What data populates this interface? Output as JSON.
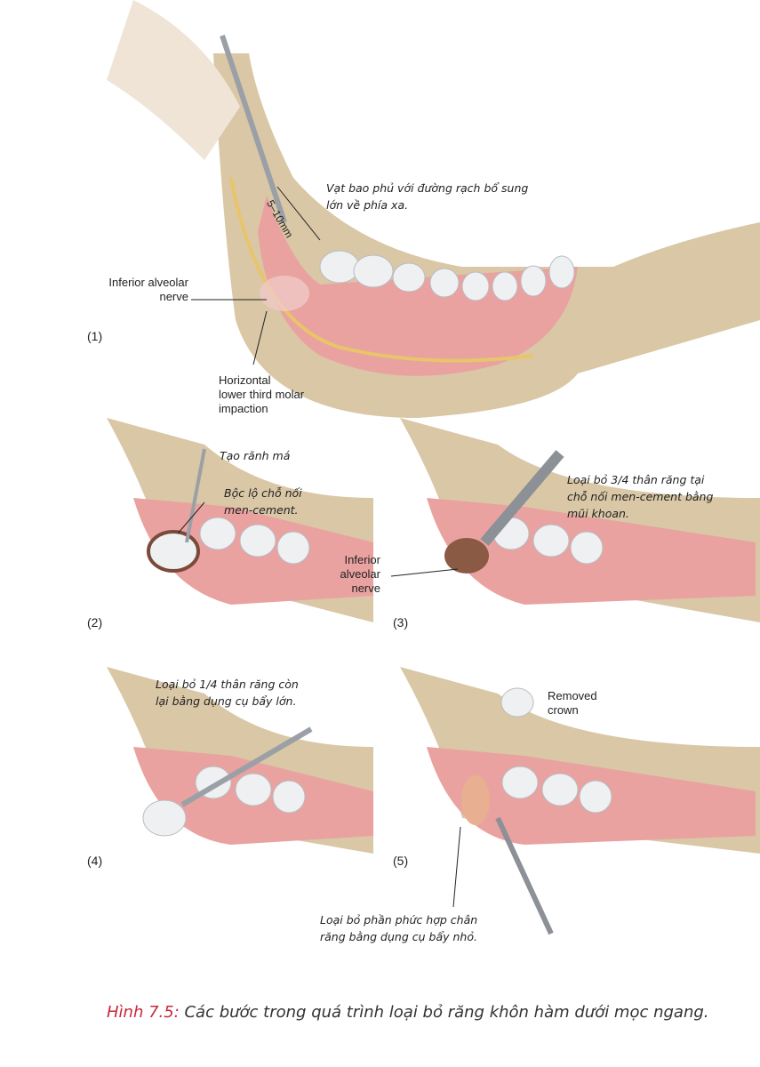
{
  "panel1": {
    "number": "(1)",
    "note": [
      "Vạt bao phủ với đường rạch bổ sung",
      "lớn về phía xa."
    ],
    "measure": "5–10mm",
    "nerve_label": [
      "Inferior alveolar",
      "nerve"
    ],
    "impaction_label": [
      "Horizontal",
      "lower third molar",
      "impaction"
    ]
  },
  "panel2": {
    "number": "(2)",
    "note1": "Tạo rãnh má",
    "note2": [
      "Bộc lộ chỗ nối",
      "men-cement."
    ]
  },
  "panel3": {
    "number": "(3)",
    "note": [
      "Loại bỏ 3/4 thân răng tại",
      "chỗ nối men-cement bằng",
      "mũi khoan."
    ],
    "nerve_label": [
      "Inferior",
      "alveolar",
      "nerve"
    ]
  },
  "panel4": {
    "number": "(4)",
    "note": [
      "Loại bỏ 1/4 thân răng còn",
      "lại bằng dụng cụ bẩy lớn."
    ]
  },
  "panel5": {
    "number": "(5)",
    "crown_label": [
      "Removed",
      "crown"
    ],
    "note": [
      "Loại bỏ phần phức hợp chân",
      "răng bằng dụng cụ bẩy nhỏ."
    ]
  },
  "caption": {
    "figure": "Hình 7.5:",
    "text": " Các bước trong quá trình loại bỏ răng khôn hàm dưới mọc ngang."
  },
  "colors": {
    "accent": "#c8283c",
    "gum": "#e9a2a0",
    "bone": "#d9c7a6",
    "tooth": "#eef0f2"
  }
}
